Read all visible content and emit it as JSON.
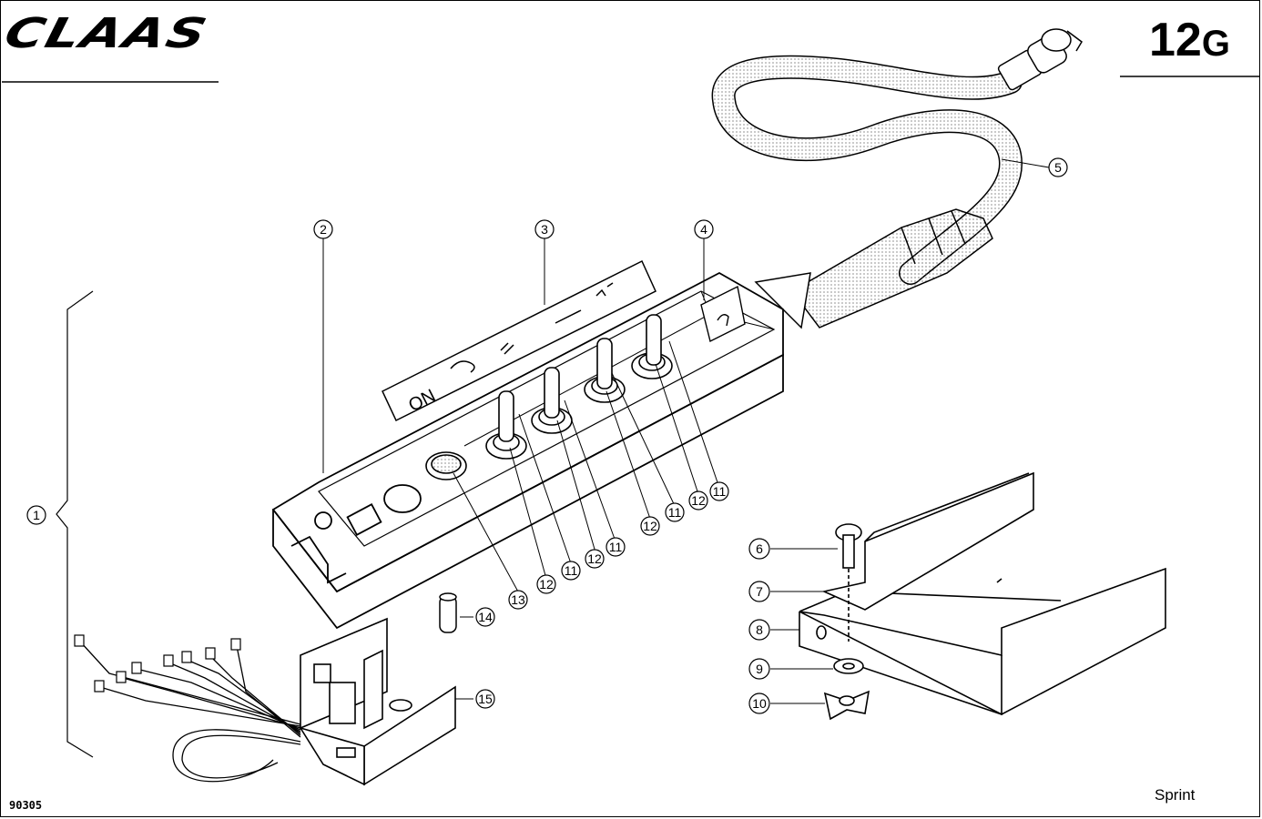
{
  "header": {
    "brand": "CLAAS",
    "page_code_main": "12",
    "page_code_sub": "G"
  },
  "footer": {
    "doc_number": "90305",
    "model": "Sprint"
  },
  "panel_label": "ON",
  "callouts": [
    {
      "id": "c1",
      "label": "1"
    },
    {
      "id": "c2",
      "label": "2"
    },
    {
      "id": "c3",
      "label": "3"
    },
    {
      "id": "c4",
      "label": "4"
    },
    {
      "id": "c5",
      "label": "5"
    },
    {
      "id": "c6",
      "label": "6"
    },
    {
      "id": "c7",
      "label": "7"
    },
    {
      "id": "c8",
      "label": "8"
    },
    {
      "id": "c9",
      "label": "9"
    },
    {
      "id": "c10",
      "label": "10"
    },
    {
      "id": "c11a",
      "label": "11"
    },
    {
      "id": "c12a",
      "label": "12"
    },
    {
      "id": "c11b",
      "label": "11"
    },
    {
      "id": "c12b",
      "label": "12"
    },
    {
      "id": "c11c",
      "label": "11"
    },
    {
      "id": "c12c",
      "label": "12"
    },
    {
      "id": "c11d",
      "label": "11"
    },
    {
      "id": "c12d",
      "label": "12"
    },
    {
      "id": "c13",
      "label": "13"
    },
    {
      "id": "c14",
      "label": "14"
    },
    {
      "id": "c15",
      "label": "15"
    }
  ]
}
